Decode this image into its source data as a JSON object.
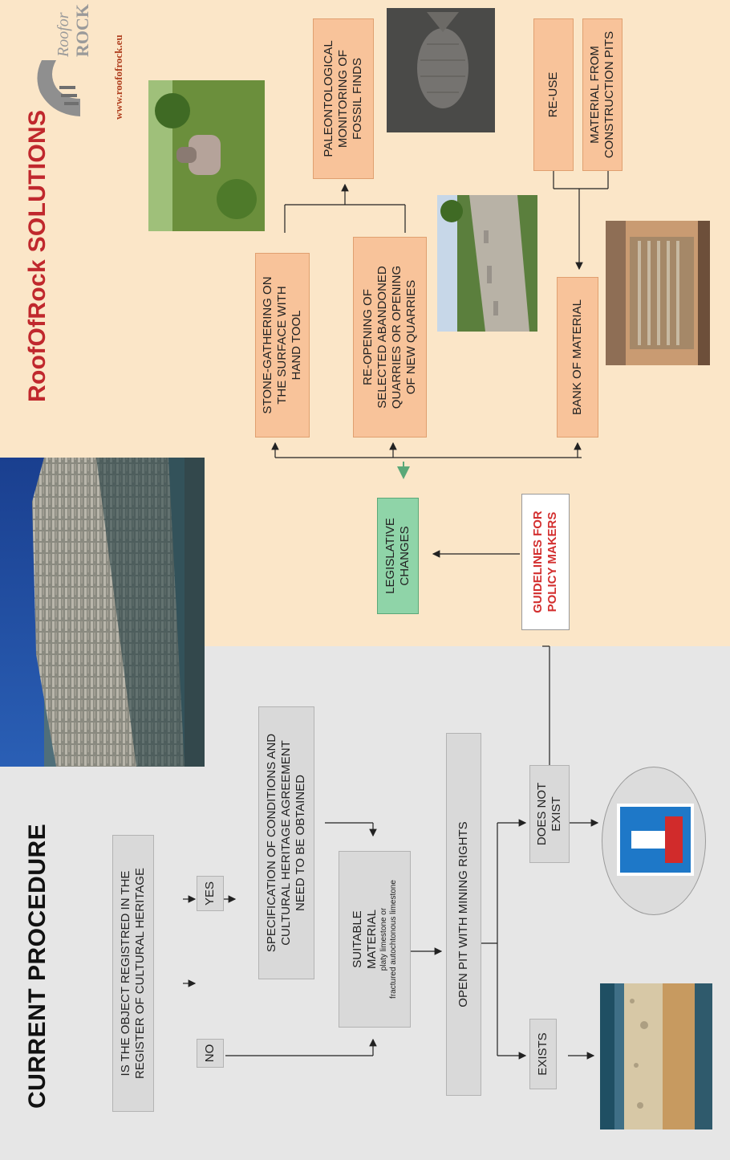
{
  "left_panel": {
    "title": "CURRENT PROCEDURE",
    "question": [
      "IS THE OBJECT REGISTRED  IN THE",
      "REGISTER OF CULTURAL HERITAGE"
    ],
    "no_label": "NO",
    "yes_label": "YES",
    "specification": [
      "SPECIFICATION OF CONDITIONS AND",
      "CULTURAL HERITAGE AGREEMENT",
      "NEED TO BE OBTAINED"
    ],
    "suitable_material": [
      "SUITABLE",
      "MATERIAL"
    ],
    "suitable_material_note": [
      "platy limestone or",
      "fractured autochtonous limestone"
    ],
    "open_pit": "OPEN PIT  WITH MINING RIGHTS",
    "exists": "EXISTS",
    "does_not_exist": [
      "DOES NOT",
      "EXIST"
    ]
  },
  "right_panel": {
    "title": "RoofOfRock SOLUTIONS",
    "logo_line1": "Roofor",
    "logo_line2": "ROCK",
    "url": "www.roofofrock.eu",
    "guidelines": [
      "GUIDELINES FOR",
      "POLICY MAKERS"
    ],
    "legislative": [
      "LEGISLATIVE",
      "CHANGES"
    ],
    "stone_gathering": [
      "STONE-GATHERING ON",
      "THE SURFACE WITH",
      "HAND TOOL"
    ],
    "reopening": [
      "RE-OPENING OF",
      "SELECTED ABANDONED",
      "QUARRIES OR OPENING",
      "OF NEW QUARRIES"
    ],
    "bank": "BANK OF MATERIAL",
    "paleontological": [
      "PALEONTOLOGICAL",
      "MONITORING OF",
      "FOSSIL FINDS"
    ],
    "reuse": "RE-USE",
    "construction_pits": [
      "MATERIAL FROM",
      "CONSTRUCTION PITS"
    ]
  },
  "colors": {
    "left_bg": "#e6e6e6",
    "right_bg": "#fbe6c8",
    "gray_box": "#d9d9d9",
    "salmon_box": "#f8c39a",
    "green_box": "#8fd4a8",
    "title_red": "#c0282d",
    "guidelines_red": "#d32f2f",
    "sign_blue": "#1e78c8",
    "sign_red": "#d12b2b"
  },
  "icons": {
    "dead_end_sign": "dead-end-road-sign-icon",
    "logo": "roofofrock-logo-icon"
  }
}
